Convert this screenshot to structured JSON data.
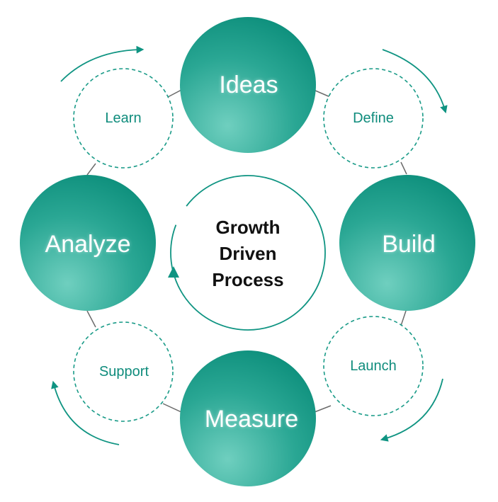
{
  "center": {
    "lines": [
      "Growth",
      "Driven",
      "Process"
    ]
  },
  "stages": [
    "Ideas",
    "Build",
    "Measure",
    "Analyze"
  ],
  "steps": [
    "Define",
    "Launch",
    "Support",
    "Learn"
  ],
  "colors": {
    "accent": "#0f9482",
    "accent_light": "#5ec7b6",
    "connector": "#6b6b6b",
    "text_dark": "#111111"
  }
}
